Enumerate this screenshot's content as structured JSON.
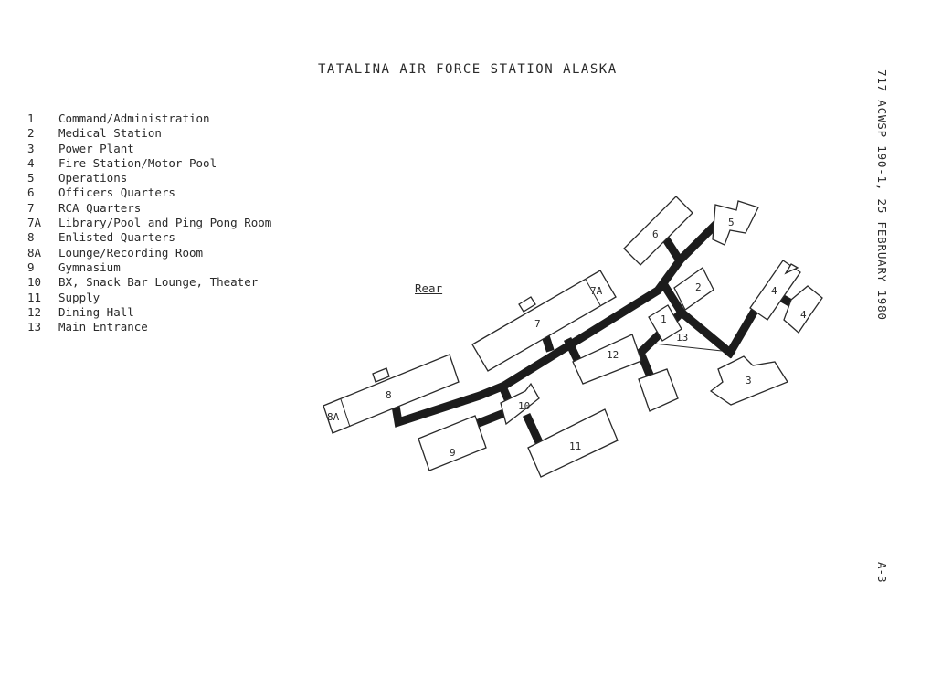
{
  "title": "TATALINA AIR FORCE STATION ALASKA",
  "legend": [
    {
      "num": "1",
      "label": "Command/Administration"
    },
    {
      "num": "2",
      "label": "Medical Station"
    },
    {
      "num": "3",
      "label": "Power Plant"
    },
    {
      "num": "4",
      "label": "Fire Station/Motor Pool"
    },
    {
      "num": "5",
      "label": "Operations"
    },
    {
      "num": "6",
      "label": "Officers Quarters"
    },
    {
      "num": "7",
      "label": "RCA Quarters"
    },
    {
      "num": "7A",
      "label": "Library/Pool and Ping Pong Room"
    },
    {
      "num": "8",
      "label": "Enlisted Quarters"
    },
    {
      "num": "8A",
      "label": "Lounge/Recording Room"
    },
    {
      "num": "9",
      "label": "Gymnasium"
    },
    {
      "num": "10",
      "label": "BX, Snack Bar Lounge, Theater"
    },
    {
      "num": "11",
      "label": "Supply"
    },
    {
      "num": "12",
      "label": "Dining Hall"
    },
    {
      "num": "13",
      "label": "Main Entrance"
    }
  ],
  "rear_label": "Rear",
  "side_caption": "717 ACWSP 190-1, 25 FEBRUARY 1980",
  "page_number": "A-3",
  "map_labels": {
    "b1": "1",
    "b2": "2",
    "b3": "3",
    "b4a": "4",
    "b4b": "4",
    "b5": "5",
    "b6": "6",
    "b7": "7",
    "b7a": "7A",
    "b8": "8",
    "b8a": "8A",
    "b9": "9",
    "b10": "10",
    "b11": "11",
    "b12": "12",
    "b13": "13"
  }
}
